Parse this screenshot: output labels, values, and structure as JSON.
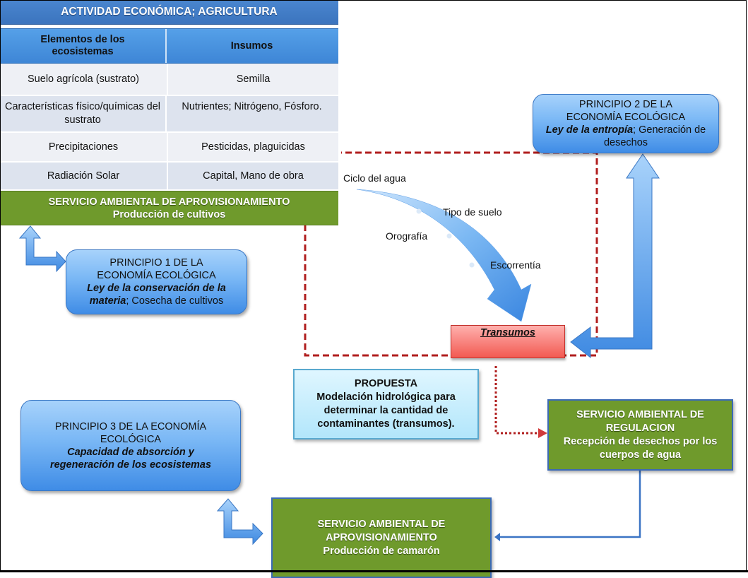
{
  "table": {
    "title": "ACTIVIDAD ECONÓMICA; AGRICULTURA",
    "headers": [
      "Elementos de los ecosistemas",
      "Insumos"
    ],
    "rows": [
      {
        "elemento": "Suelo agrícola (sustrato)",
        "insumo": "Semilla"
      },
      {
        "elemento": "Características físico/químicas del sustrato",
        "insumo": "Nutrientes; Nitrógeno, Fósforo."
      },
      {
        "elemento": "Precipitaciones",
        "insumo": "Pesticidas, plaguicidas"
      },
      {
        "elemento": "Radiación Solar",
        "insumo": "Capital, Mano de obra"
      }
    ],
    "service": {
      "title": "SERVICIO AMBIENTAL DE APROVISIONAMIENTO",
      "subtitle": "Producción de cultivos"
    }
  },
  "principio1": {
    "line1": "PRINCIPIO 1 DE LA",
    "line2": "ECONOMÍA ECOLÓGICA",
    "italic": "Ley de la conservación de la materia",
    "rest": "; Cosecha de cultivos"
  },
  "principio2": {
    "line1": "PRINCIPIO 2 DE LA",
    "line2": "ECONOMÍA ECOLÓGICA",
    "italic": "Ley de la entropía",
    "rest": "; Generación de desechos"
  },
  "principio3": {
    "line1": "PRINCIPIO 3 DE LA ECONOMÍA ECOLÓGICA",
    "italic": "Capacidad de absorción y regeneración de los ecosistemas"
  },
  "water_cycle": {
    "labels": [
      "Ciclo del agua",
      "Tipo de suelo",
      "Orografía",
      "Escorrentía"
    ]
  },
  "transumos": "Transumos",
  "propuesta": {
    "title": "PROPUESTA",
    "body": "Modelación hidrológica para determinar la cantidad de contaminantes (transumos)."
  },
  "servicio_regulacion": {
    "title": "SERVICIO AMBIENTAL DE REGULACION",
    "subtitle": "Recepción de desechos por los cuerpos de agua"
  },
  "servicio_camaron": {
    "title": "SERVICIO AMBIENTAL DE APROVISIONAMIENTO",
    "subtitle": "Producción de camarón"
  },
  "colors": {
    "blue_header": "#3b74be",
    "green_service": "#6f9a2c",
    "red_dashed": "#b01e1e",
    "transumos_red": "#f25a52"
  }
}
